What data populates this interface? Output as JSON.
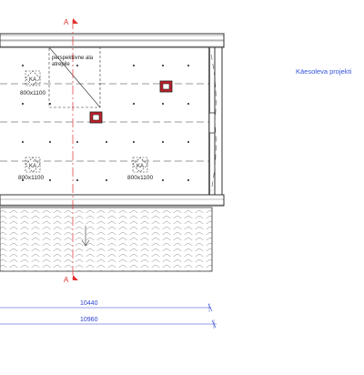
{
  "section_marker": {
    "top_label": "A",
    "bottom_label": "A"
  },
  "opening_note": {
    "line1": "perspektiivne ala",
    "line2": "atrepile"
  },
  "roof_windows": [
    {
      "code": "KA",
      "size": "800x1100"
    },
    {
      "code": "KA",
      "size": "800x1100"
    },
    {
      "code": "KA",
      "size": "800x1100"
    }
  ],
  "project_note": "Käesoleva projekti",
  "dimensions": [
    {
      "value": "10440"
    },
    {
      "value": "10960"
    }
  ],
  "colors": {
    "line": "#333333",
    "section_line": "#e03030",
    "chimney": "#c0202a",
    "dimension": "#2a3fd0",
    "note_text": "#3355dd"
  }
}
